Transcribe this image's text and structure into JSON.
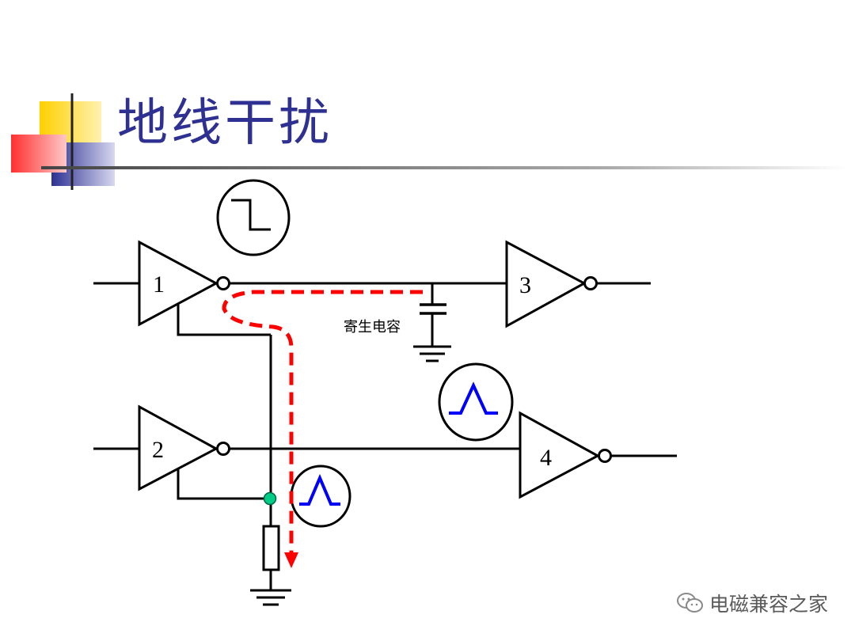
{
  "slide": {
    "title": "地线干扰"
  },
  "diagram": {
    "gates": [
      {
        "id": "1",
        "label": "1"
      },
      {
        "id": "2",
        "label": "2"
      },
      {
        "id": "3",
        "label": "3"
      },
      {
        "id": "4",
        "label": "4"
      }
    ],
    "capacitor_label": "寄生电容",
    "colors": {
      "wire": "#000000",
      "current_path": "#FF0000",
      "pulse": "#0000FF",
      "node": "#00CC88",
      "title": "#2E3192"
    },
    "icons": {
      "step_waveform": "falling-edge-icon",
      "pulse_waveform": "pulse-icon"
    }
  },
  "watermark": {
    "text": "电磁兼容之家"
  }
}
